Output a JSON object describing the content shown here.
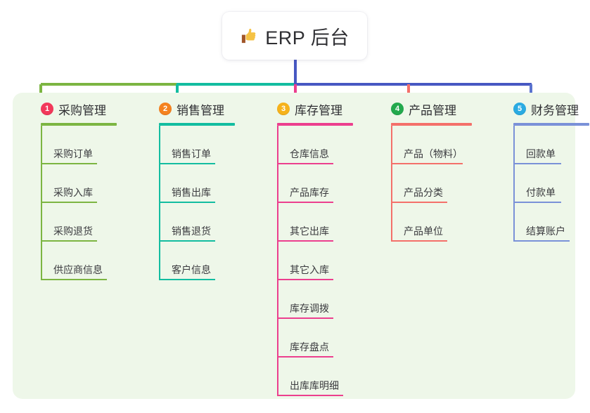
{
  "root": {
    "icon": "thumbs-up-icon",
    "title": "ERP 后台"
  },
  "palette": {
    "panel_bg": "#eef7e9",
    "stem": "#4758c2",
    "trunk_left": "#7cb542",
    "trunk_mid": "#13bda0",
    "trunk_right": "#4758c2"
  },
  "columns": [
    {
      "number": "1",
      "title": "采购管理",
      "badge_color": "#f2385a",
      "line_color": "#7cb542",
      "rule_width": 108,
      "items": [
        {
          "label": "采购订单",
          "rule_width": 78
        },
        {
          "label": "采购入库",
          "rule_width": 78
        },
        {
          "label": "采购退货",
          "rule_width": 78
        },
        {
          "label": "供应商信息",
          "rule_width": 92
        }
      ]
    },
    {
      "number": "2",
      "title": "销售管理",
      "badge_color": "#f5821f",
      "line_color": "#13bda0",
      "rule_width": 108,
      "items": [
        {
          "label": "销售订单",
          "rule_width": 78
        },
        {
          "label": "销售出库",
          "rule_width": 78
        },
        {
          "label": "销售退货",
          "rule_width": 78
        },
        {
          "label": "客户信息",
          "rule_width": 78
        }
      ]
    },
    {
      "number": "3",
      "title": "库存管理",
      "badge_color": "#f6b21b",
      "line_color": "#ec3f8e",
      "rule_width": 108,
      "items": [
        {
          "label": "仓库信息",
          "rule_width": 78
        },
        {
          "label": "产品库存",
          "rule_width": 78
        },
        {
          "label": "其它出库",
          "rule_width": 78
        },
        {
          "label": "其它入库",
          "rule_width": 78
        },
        {
          "label": "库存调拨",
          "rule_width": 78
        },
        {
          "label": "库存盘点",
          "rule_width": 78
        },
        {
          "label": "出库库明细",
          "rule_width": 92
        }
      ]
    },
    {
      "number": "4",
      "title": "产品管理",
      "badge_color": "#23a94d",
      "line_color": "#f4706a",
      "rule_width": 115,
      "items": [
        {
          "label": "产品（物料）",
          "rule_width": 100
        },
        {
          "label": "产品分类",
          "rule_width": 78
        },
        {
          "label": "产品单位",
          "rule_width": 78
        }
      ]
    },
    {
      "number": "5",
      "title": "财务管理",
      "badge_color": "#2aabe2",
      "line_color": "#7a91d8",
      "rule_width": 108,
      "items": [
        {
          "label": "回款单",
          "rule_width": 66
        },
        {
          "label": "付款单",
          "rule_width": 66
        },
        {
          "label": "结算账户",
          "rule_width": 78
        }
      ]
    }
  ]
}
